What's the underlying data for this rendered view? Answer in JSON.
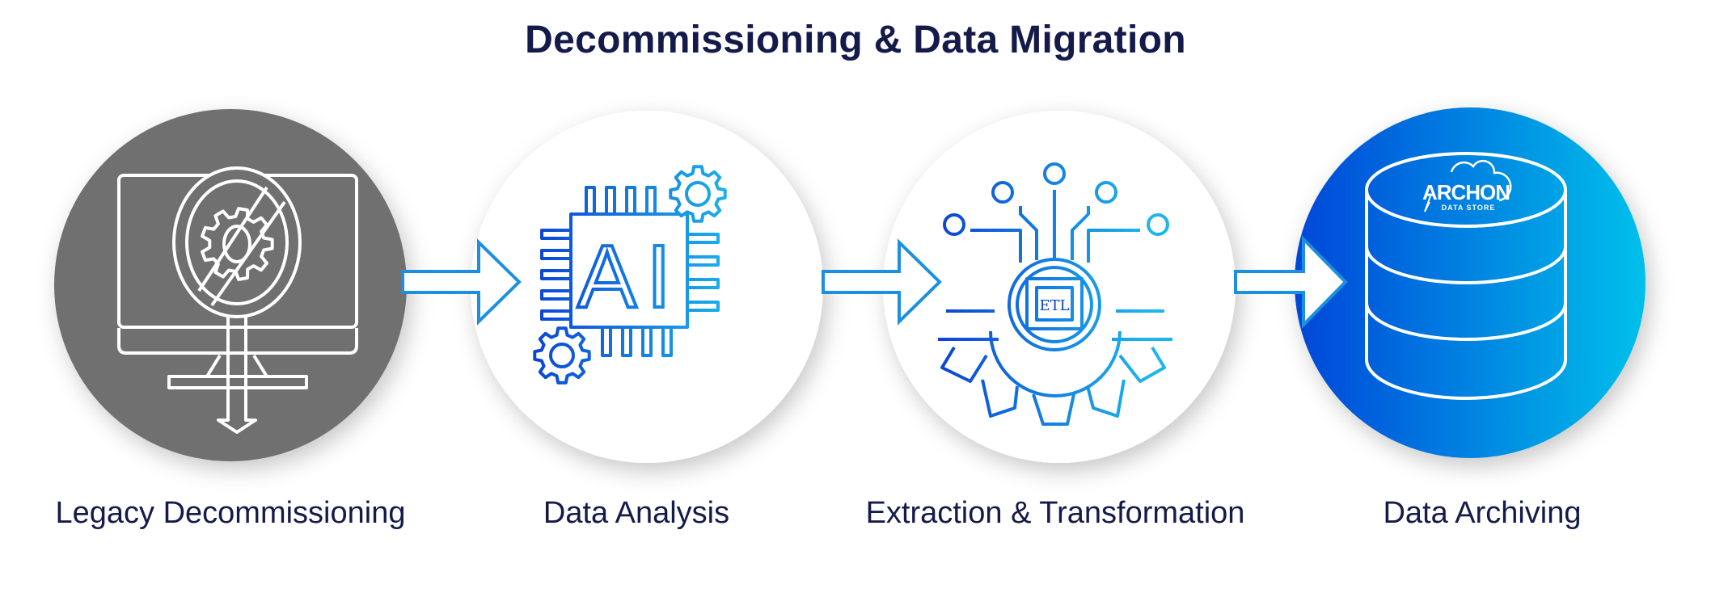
{
  "title": "Decommissioning & Data Migration",
  "steps": [
    {
      "label": "Legacy Decommissioning",
      "icon": "monitor-ban-gear-icon"
    },
    {
      "label": "Data Analysis",
      "icon": "ai-chip-gears-icon"
    },
    {
      "label": "Extraction & Transformation",
      "icon": "etl-chip-gear-icon"
    },
    {
      "label": "Data Archiving",
      "icon": "database-icon"
    }
  ],
  "chip_text": {
    "ai": "AI",
    "etl": "ETL"
  },
  "logo": {
    "name": "ARCHON",
    "tagline": "DATA STORE"
  },
  "colors": {
    "title": "#141a4a",
    "gray_circle": "#707070",
    "blue_start": "#0046d8",
    "blue_end": "#00c0ea",
    "accent": "#1b7fe0"
  }
}
